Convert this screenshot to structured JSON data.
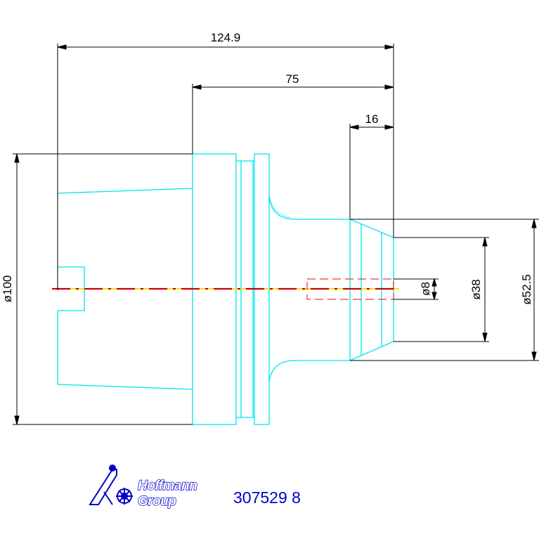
{
  "dimensions": {
    "overall_length": "124.9",
    "shank_length": "75",
    "bore_depth": "16",
    "dia_body": "ø100",
    "dia_bore": "ø8",
    "dia_taper": "ø38",
    "dia_neck": "ø52.5"
  },
  "brand": {
    "line1": "Hoffmann",
    "line2": "Group"
  },
  "part_number": "307529 8",
  "colors": {
    "outline": "#00e5ee",
    "dimension": "#000000",
    "centerline_red": "#cc0000",
    "centerline_yellow": "#e8e800",
    "brand": "#0000cc"
  }
}
